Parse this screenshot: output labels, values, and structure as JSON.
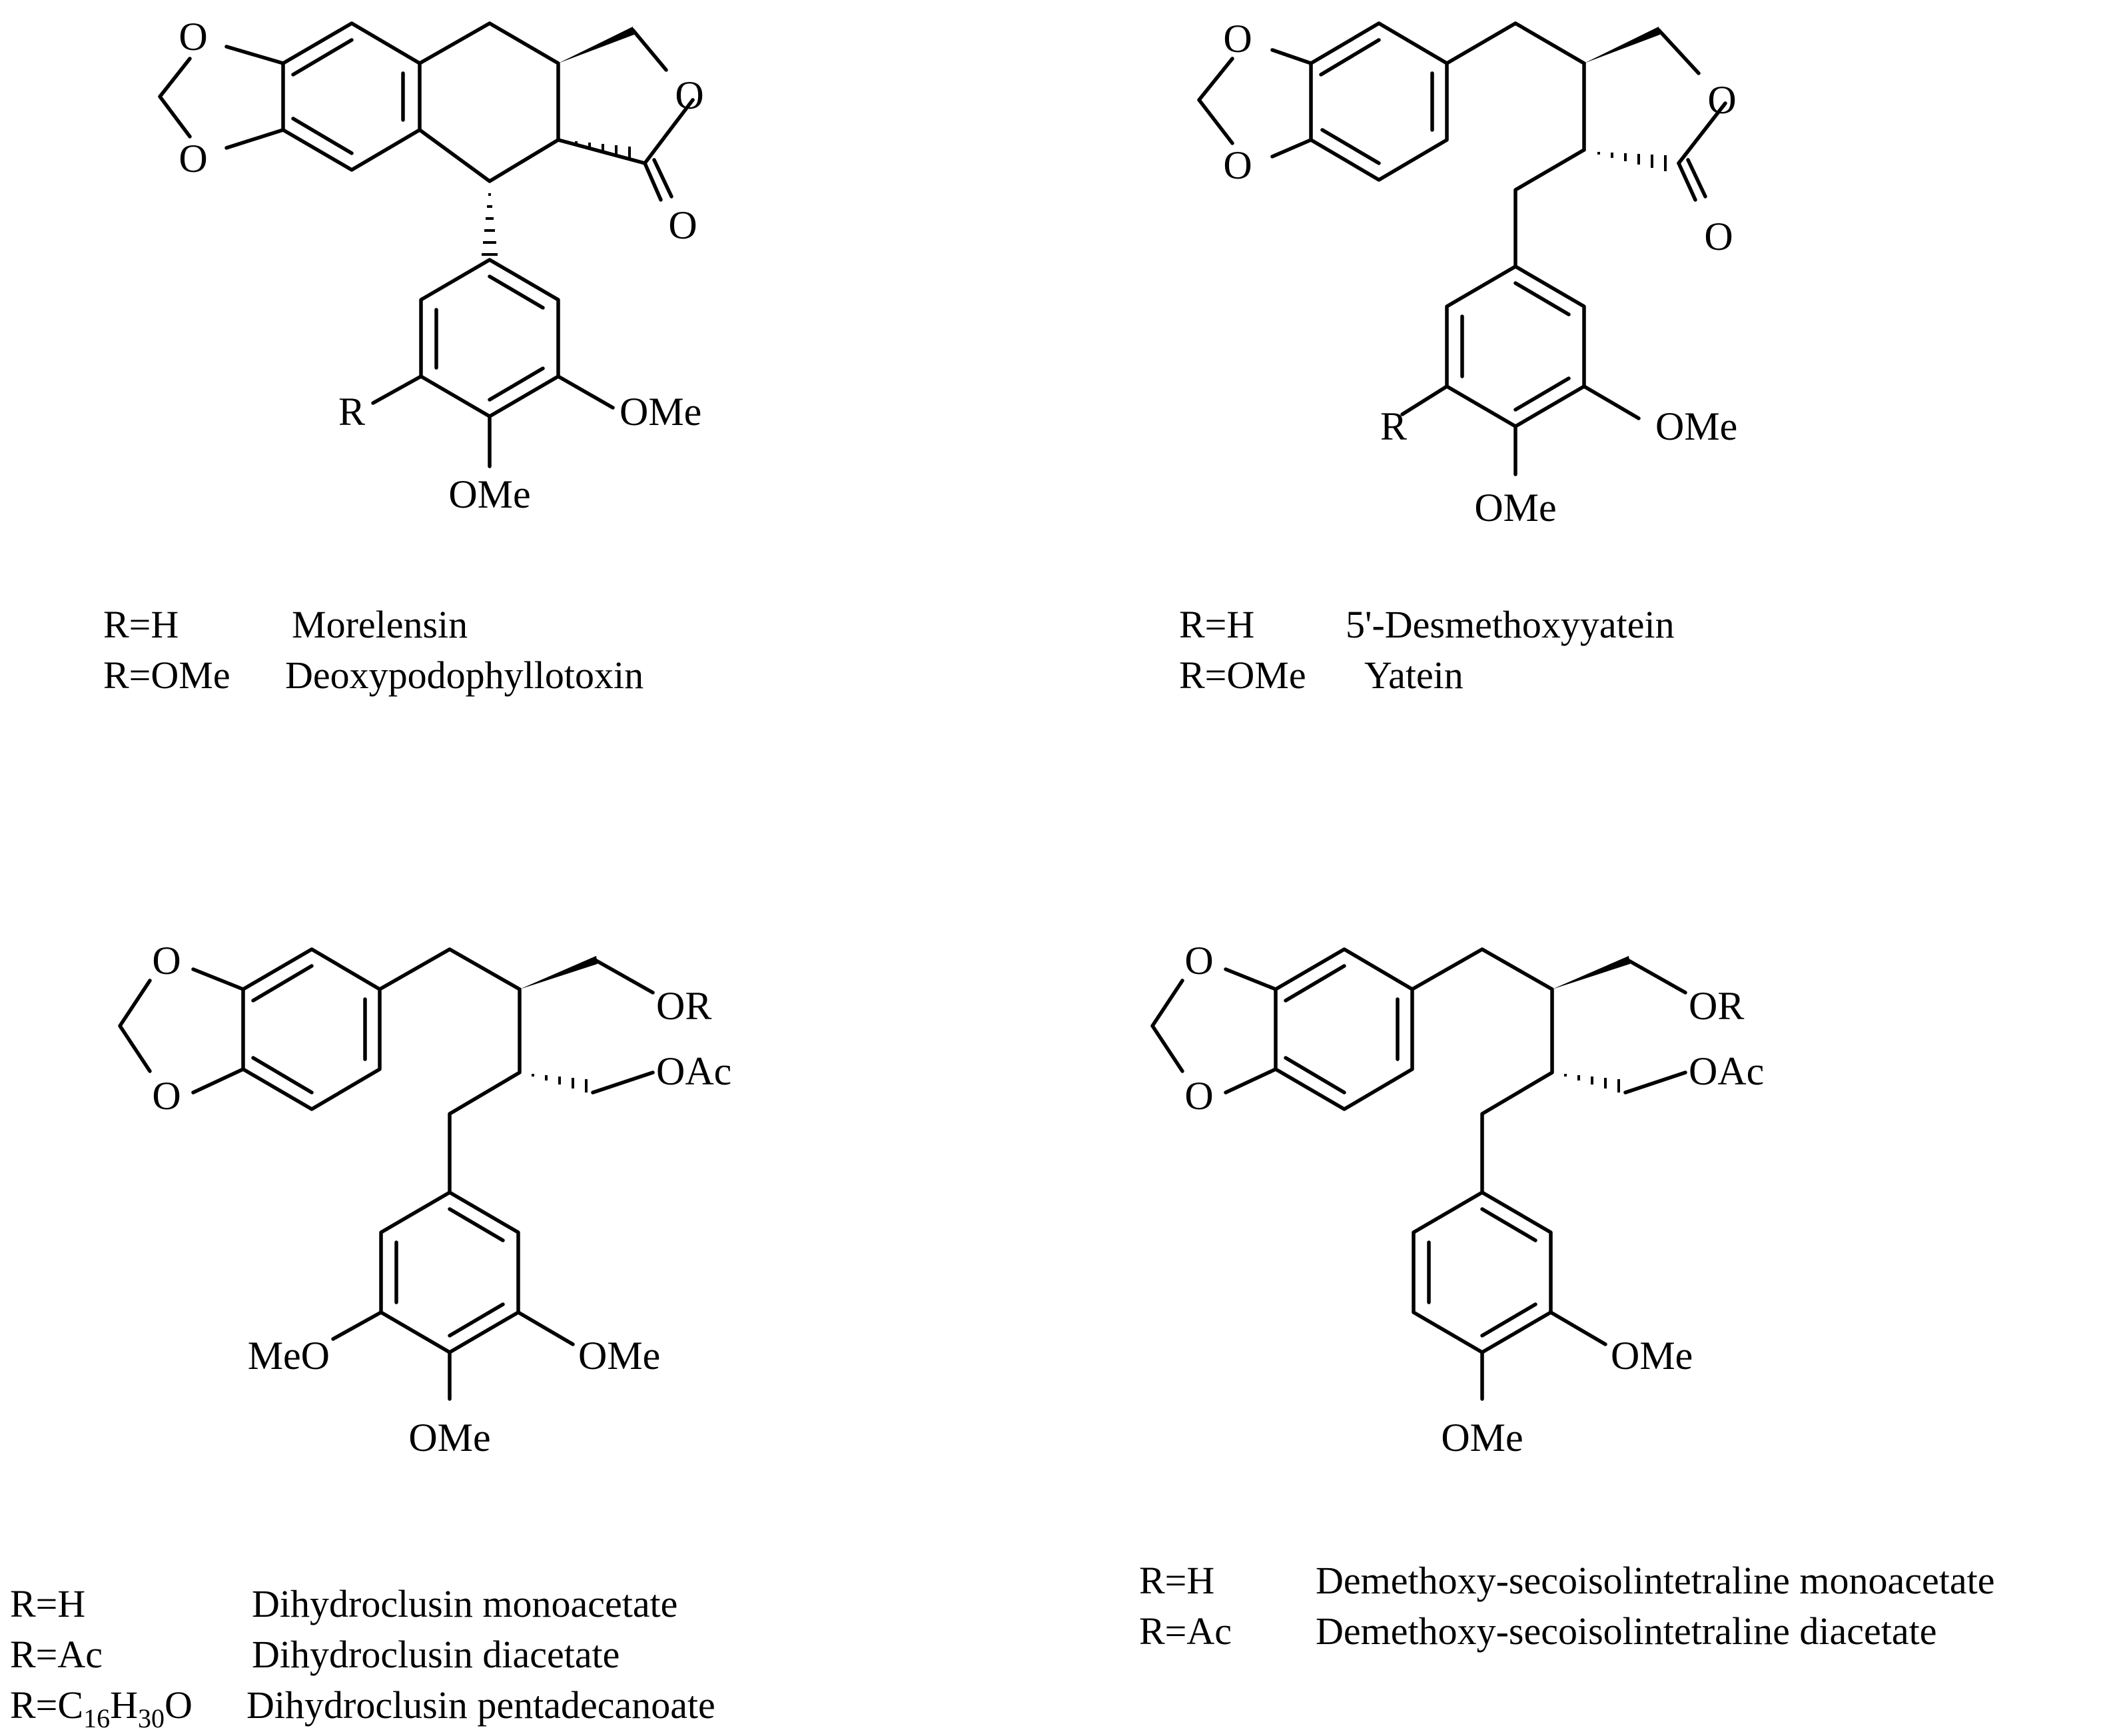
{
  "structures": [
    {
      "id": "A",
      "atom_labels": {
        "o1": "O",
        "o2": "O",
        "o_ring": "O",
        "o_carbonyl": "O",
        "r": "R",
        "ome_right": "OMe",
        "ome_bottom": "OMe"
      },
      "legend": [
        {
          "r": "R=H",
          "name": "Morelensin"
        },
        {
          "r": "R=OMe",
          "name": "Deoxypodophyllotoxin"
        }
      ]
    },
    {
      "id": "B",
      "atom_labels": {
        "o1": "O",
        "o2": "O",
        "o_ring": "O",
        "o_carbonyl": "O",
        "r": "R",
        "ome_right": "OMe",
        "ome_bottom": "OMe"
      },
      "legend": [
        {
          "r": "R=H",
          "name": "5'-Desmethoxyyatein"
        },
        {
          "r": "R=OMe",
          "name": "Yatein"
        }
      ]
    },
    {
      "id": "C",
      "atom_labels": {
        "o1": "O",
        "o2": "O",
        "or": "OR",
        "oac": "OAc",
        "meo_left": "MeO",
        "ome_right": "OMe",
        "ome_bottom": "OMe"
      },
      "legend": [
        {
          "r": "R=H",
          "name": "Dihydroclusin monoacetate"
        },
        {
          "r": "R=Ac",
          "name": "Dihydroclusin diacetate"
        },
        {
          "r_parts": {
            "pre": "R=C",
            "sub1": "16",
            "mid": "H",
            "sub2": "30",
            "post": "O"
          },
          "name": "Dihydroclusin pentadecanoate"
        }
      ]
    },
    {
      "id": "D",
      "atom_labels": {
        "o1": "O",
        "o2": "O",
        "or": "OR",
        "oac": "OAc",
        "ome_right": "OMe",
        "ome_bottom": "OMe"
      },
      "legend": [
        {
          "r": "R=H",
          "name": "Demethoxy-secoisolintetraline monoacetate"
        },
        {
          "r": "R=Ac",
          "name": "Demethoxy-secoisolintetraline diacetate"
        }
      ]
    }
  ]
}
